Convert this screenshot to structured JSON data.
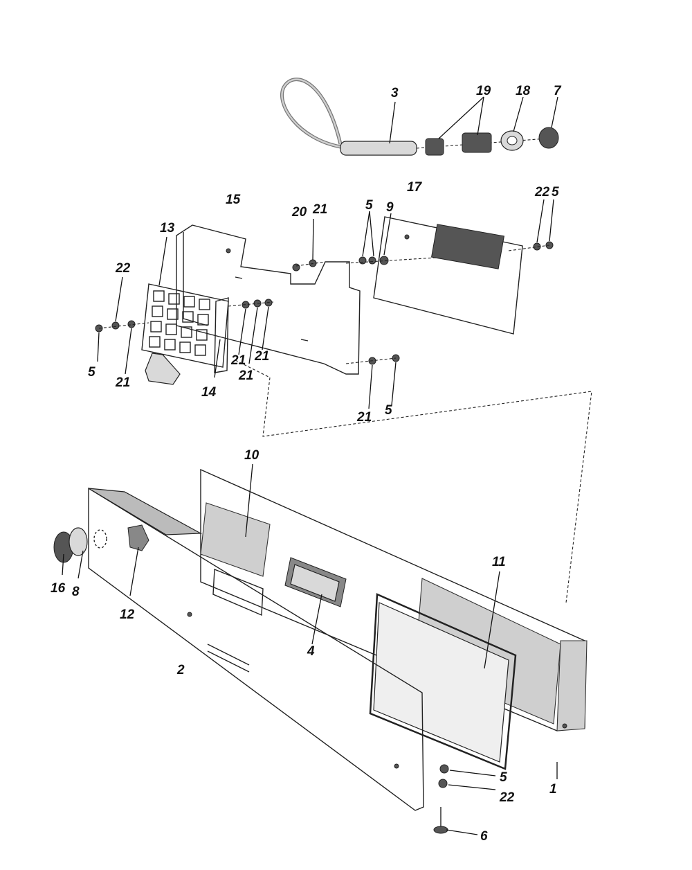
{
  "parts": [
    {
      "id": "cord",
      "label": "3"
    },
    {
      "id": "strain-relief",
      "label": "19"
    },
    {
      "id": "washer-18",
      "label": "18"
    },
    {
      "id": "nut-7",
      "label": "7"
    },
    {
      "id": "bracket",
      "label": "15"
    },
    {
      "id": "screw-20",
      "label": "20"
    },
    {
      "id": "nut-21-top",
      "label": "21"
    },
    {
      "id": "nut-5-mid",
      "label": "5"
    },
    {
      "id": "washer-9",
      "label": "9"
    },
    {
      "id": "pcb",
      "label": "17"
    },
    {
      "id": "washer-22-right",
      "label": "22"
    },
    {
      "id": "nut-5-right",
      "label": "5"
    },
    {
      "id": "keypad",
      "label": "13"
    },
    {
      "id": "washer-22-left",
      "label": "22"
    },
    {
      "id": "nut-5-left",
      "label": "5"
    },
    {
      "id": "nut-21-left",
      "label": "21"
    },
    {
      "id": "nut-21-a",
      "label": "21"
    },
    {
      "id": "nut-21-b",
      "label": "21"
    },
    {
      "id": "nut-21-c",
      "label": "21"
    },
    {
      "id": "keypad-plate",
      "label": "14"
    },
    {
      "id": "nut-21-bottom",
      "label": "21"
    },
    {
      "id": "nut-5-bottom",
      "label": "5"
    },
    {
      "id": "window-10",
      "label": "10"
    },
    {
      "id": "window-11",
      "label": "11"
    },
    {
      "id": "knob-16",
      "label": "16"
    },
    {
      "id": "switch-8",
      "label": "8"
    },
    {
      "id": "switch-bracket-12",
      "label": "12"
    },
    {
      "id": "console-panel",
      "label": "2"
    },
    {
      "id": "window-4",
      "label": "4"
    },
    {
      "id": "nut-5-lower",
      "label": "5"
    },
    {
      "id": "washer-22-lower",
      "label": "22"
    },
    {
      "id": "end-cap-1",
      "label": "1"
    },
    {
      "id": "screw-6",
      "label": "6"
    }
  ]
}
